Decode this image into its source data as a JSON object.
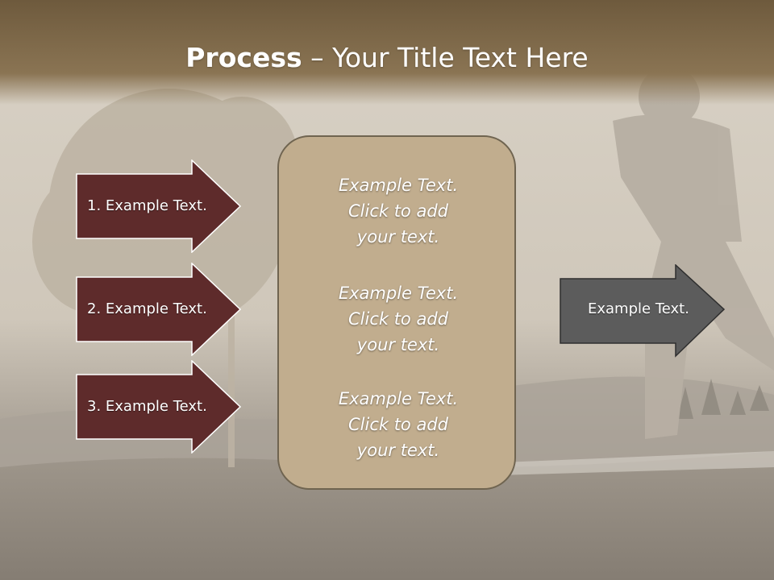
{
  "title": {
    "bold": "Process",
    "rest": " – Your Title Text Here"
  },
  "left_arrows": [
    {
      "label": "1. Example Text."
    },
    {
      "label": "2. Example Text."
    },
    {
      "label": "3. Example Text."
    }
  ],
  "center_box": {
    "blocks": [
      {
        "lines": [
          "Example Text.",
          "Click  to add",
          "your text."
        ]
      },
      {
        "lines": [
          "Example Text.",
          "Click  to add",
          "your text."
        ]
      },
      {
        "lines": [
          "Example Text.",
          "Click  to add",
          "your text."
        ]
      }
    ]
  },
  "right_arrow": {
    "label": "Example Text."
  },
  "colors": {
    "header_band": "#7b6544",
    "left_arrow_fill": "#5e2b2b",
    "center_box_fill": "#c1ad8e",
    "right_arrow_fill": "#5c5c5c"
  }
}
